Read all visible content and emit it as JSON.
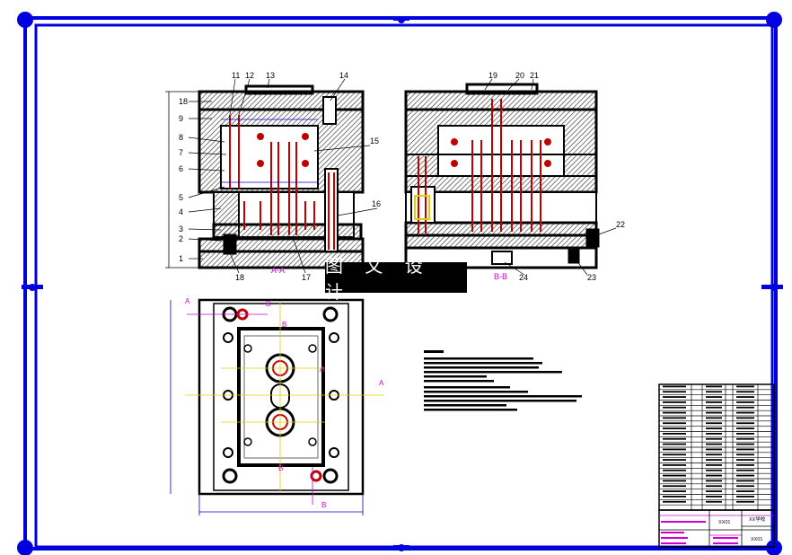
{
  "colors": {
    "frame": "#0000e0",
    "line": "#000000",
    "hatch": "#444444",
    "red": "#c00000",
    "yellow": "#e0d000",
    "magenta": "#d000d0",
    "blue": "#0000cc"
  },
  "watermark": "图 文 设 计",
  "callouts": {
    "front_left": [
      "18",
      "9",
      "8",
      "7",
      "6",
      "5",
      "4",
      "3",
      "2",
      "1"
    ],
    "front_top": [
      "11",
      "12",
      "13",
      "14"
    ],
    "front_right": [
      "15",
      "16"
    ],
    "front_bottom": [
      "18",
      "17"
    ],
    "side_top": [
      "19",
      "20",
      "21"
    ],
    "side_right": [
      "22"
    ],
    "side_bottom": [
      "24",
      "23"
    ]
  },
  "section_labels": {
    "aa": "A-A",
    "bb": "B-B",
    "a": "A",
    "b": "B"
  },
  "title_block": {
    "part_name": "XX01",
    "company": "XX学校",
    "drawing_name": "XX01"
  }
}
